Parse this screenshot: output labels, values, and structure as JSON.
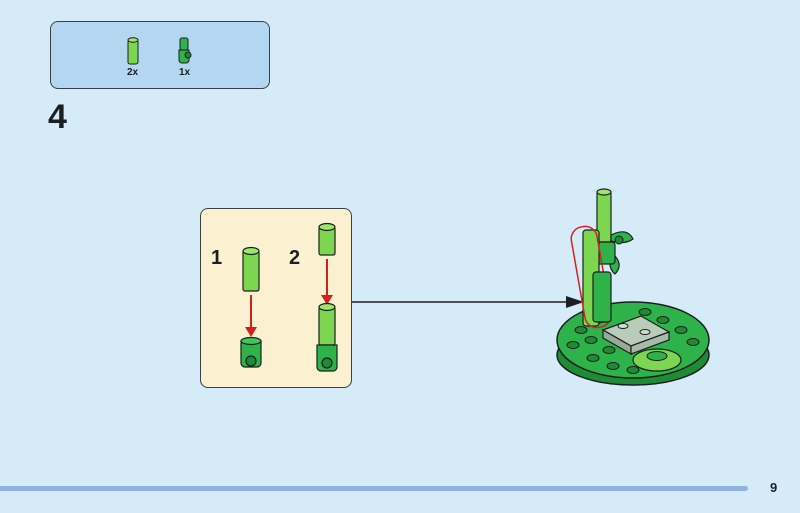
{
  "step": {
    "number": "4"
  },
  "parts_list": [
    {
      "icon": "bar-piece-icon",
      "qty": "2x",
      "color": "#7dd64f"
    },
    {
      "icon": "clip-piece-icon",
      "qty": "1x",
      "color": "#2eb34a"
    }
  ],
  "substeps": {
    "one": "1",
    "two": "2"
  },
  "colors": {
    "background": "#d6ebf8",
    "parts_box": "#b3d6f1",
    "callout": "#fbf0cf",
    "arrow_red": "#d62020",
    "bright_green": "#7dd64f",
    "dark_green": "#2eb34a",
    "grey_plate": "#b9cbb9"
  },
  "page": {
    "number": "9"
  }
}
